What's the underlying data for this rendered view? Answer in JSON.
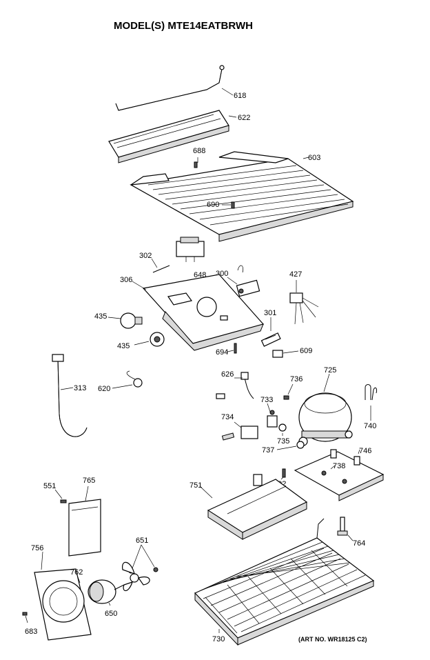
{
  "title": "MODEL(S) MTE14EATBRWH",
  "art_number": "(ART NO. WR18125 C2)",
  "labels": {
    "p618": "618",
    "p622": "622",
    "p688": "688",
    "p603": "603",
    "p690": "690",
    "p302": "302",
    "p648": "648",
    "p300": "300",
    "p427": "427",
    "p306": "306",
    "p435a": "435",
    "p435b": "435",
    "p301": "301",
    "p694": "694",
    "p609": "609",
    "p313": "313",
    "p620": "620",
    "p626": "626",
    "p736": "736",
    "p725": "725",
    "p733": "733",
    "p740": "740",
    "p734": "734",
    "p735": "735",
    "p737": "737",
    "p746": "746",
    "p738": "738",
    "p602": "602",
    "p751": "751",
    "p551": "551",
    "p765": "765",
    "p651": "651",
    "p756": "756",
    "p762": "762",
    "p764": "764",
    "p650": "650",
    "p683": "683",
    "p730": "730"
  }
}
